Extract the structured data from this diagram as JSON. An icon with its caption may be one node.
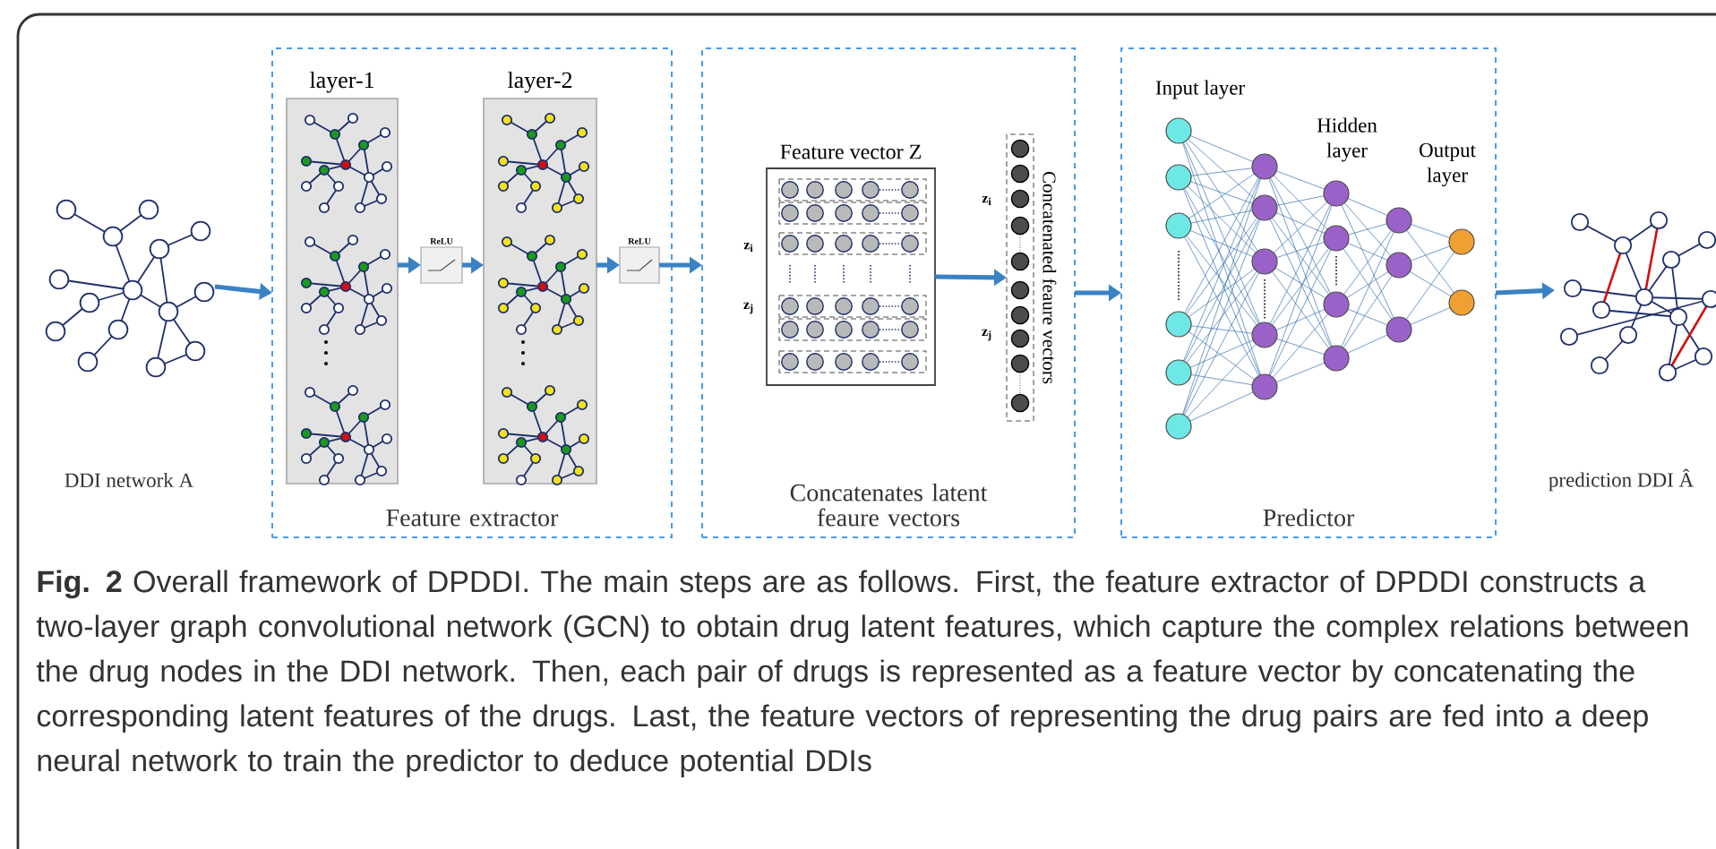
{
  "diagram": {
    "caption": "**Fig. 2** Overall framework of DPDDI. The main steps are as follows. First, the feature extractor of DPDDI constructs a two-layer graph convolutional network (GCN) to obtain drug latent features, which capture the complex relations between the drug nodes in the DDI network. Then, each pair of drugs is represented as a feature vector by concatenating the corresponding latent features of the drugs. Last, the feature vectors of representing the drug pairs are fed into a deep neural network to train the predictor to deduce potential DDIs",
    "nodes": [
      {
        "text": [],
        "shape": "picture"
      },
      {
        "text": [
          "Feature extractor"
        ]
      },
      {
        "text": [
          "layer-1"
        ],
        "in": 1
      },
      {
        "text": [
          "ReLU"
        ],
        "in": 1
      },
      {
        "text": [
          "layer-2"
        ],
        "in": 1
      },
      {
        "text": [
          "ReLU"
        ],
        "in": 1
      },
      {
        "text": [
          "Concatenates latent feaure vectors"
        ]
      },
      {
        "text": [
          "Feature vector Z"
        ],
        "in": 6
      },
      {
        "text": [
          "Concatenated feaure vectors"
        ],
        "in": 6
      },
      {
        "text": [
          "Predictor"
        ]
      },
      {
        "text": [],
        "shape": "picture"
      }
    ],
    "edges": [
      {
        "from": 0,
        "to": 1,
        "arrow": "to"
      },
      {
        "from": 2,
        "to": 3,
        "arrow": "to"
      },
      {
        "from": 3,
        "to": 4,
        "arrow": "to"
      },
      {
        "from": 4,
        "to": 5,
        "arrow": "to"
      },
      {
        "from": 5,
        "to": 6,
        "arrow": "to"
      },
      {
        "from": 7,
        "to": 8,
        "arrow": "to"
      },
      {
        "from": 6,
        "to": 9,
        "arrow": "to"
      },
      {
        "from": 9,
        "to": 10,
        "arrow": "to"
      }
    ],
    "labels": [
      "Input layer",
      "Hidden layer",
      "Output layer",
      "z$_{i}$",
      "z$_{j}$",
      "z$_{i}$",
      "z$_{j}$",
      "DDI network A",
      "prediction DDI Â"
    ]
  }
}
